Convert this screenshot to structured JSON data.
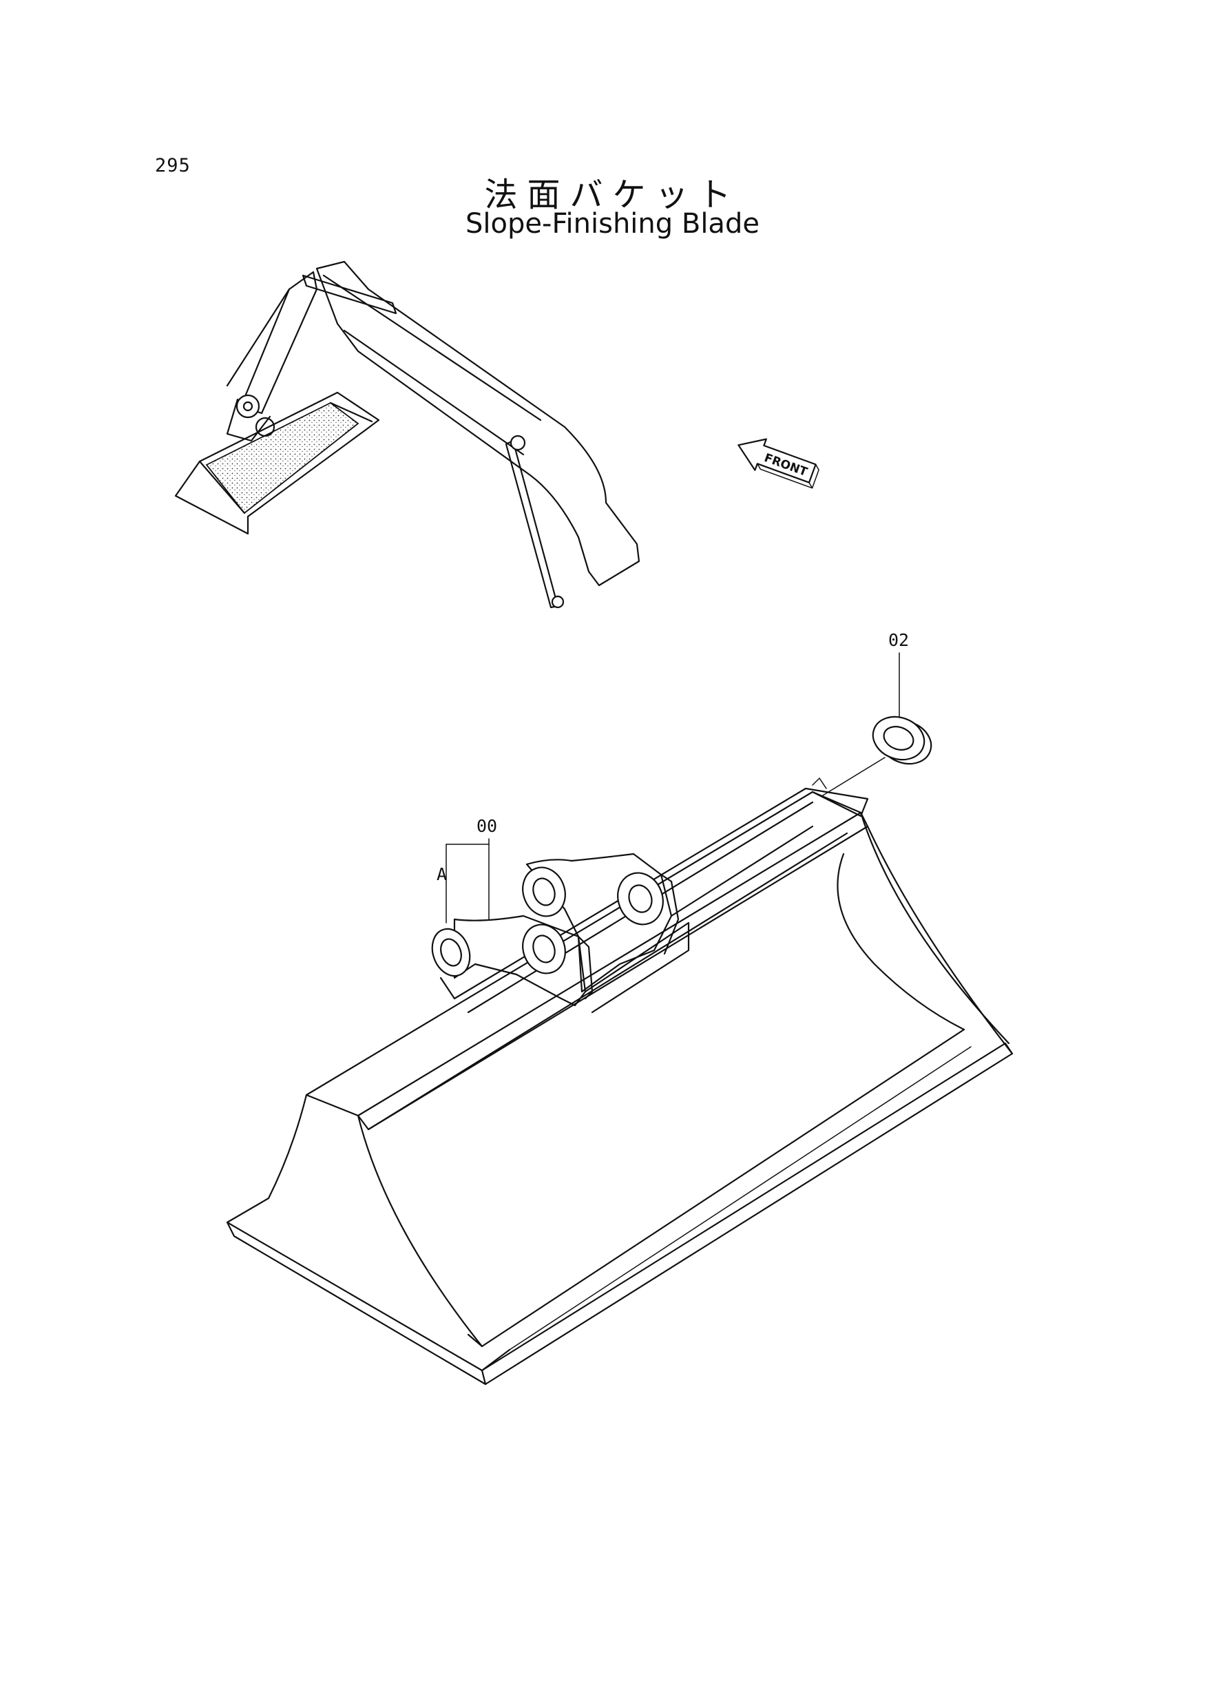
{
  "page": {
    "number": "295",
    "title_jp": "法面バケット",
    "title_en": "Slope-Finishing Blade"
  },
  "overview": {
    "front_label": "FRONT"
  },
  "callouts": [
    {
      "id": "02",
      "label": "02"
    },
    {
      "id": "00",
      "label": "00"
    },
    {
      "id": "A",
      "label": "A"
    }
  ]
}
